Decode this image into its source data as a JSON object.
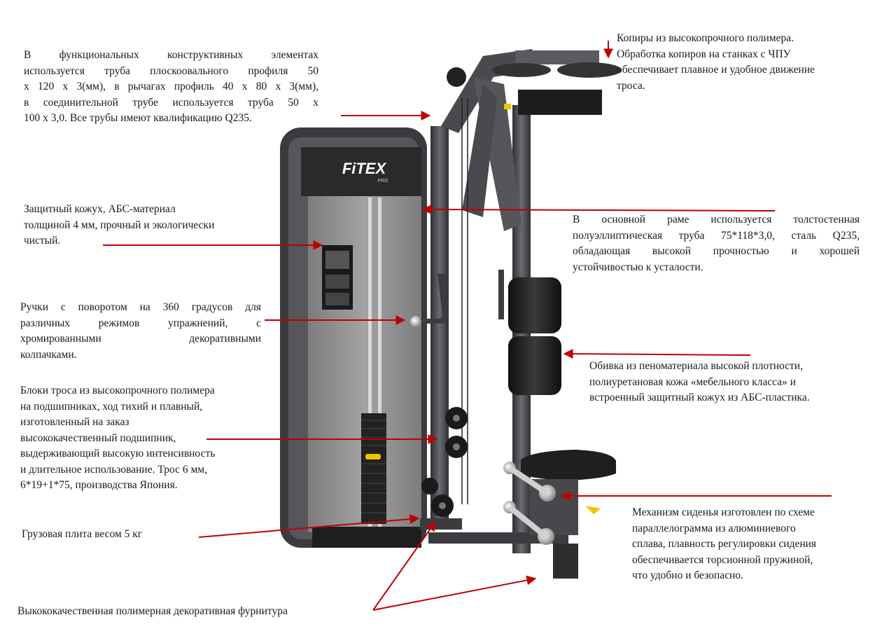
{
  "brand": {
    "logo_text": "FiTEX",
    "logo_sub": "PRO"
  },
  "colors": {
    "arrow": "#c00000",
    "frame": "#4a4a4e",
    "shroud_panel": "#8c8c8c",
    "pad": "#1c1c1c",
    "accent_yellow": "#f2c200"
  },
  "annotations": {
    "tubes": {
      "lines": [
        "В функциональных конструктивных элементах",
        "используется труба плоскоовального профиля 50",
        "х 120 х 3(мм), в рычагах профиль 40 х 80 х 3(мм),",
        "в соединительной трубе используется труба 50 х",
        "100 х 3,0. Все трубы имеют квалификацию Q235."
      ]
    },
    "copies": {
      "lines": [
        "Копиры из высокопрочного полимера.",
        "Обработка копиров на станках с ЧПУ",
        "обеспечивает плавное и удобное движение",
        "троса."
      ]
    },
    "shroud": {
      "lines": [
        "Защитный кожух, АБС-материал",
        "толщиной 4 мм, прочный и экологически",
        "чистый."
      ]
    },
    "main_frame": {
      "lines": [
        "В основной раме используется толстостенная",
        "полуэллиптическая труба 75*118*3,0, сталь Q235,",
        "обладающая высокой прочностью и хорошей",
        "устойчивостью к усталости."
      ]
    },
    "handles": {
      "lines": [
        "Ручки с поворотом на 360 градусов для",
        "различных режимов упражнений, с",
        "хромированными декоративными",
        "колпачками."
      ]
    },
    "upholstery": {
      "lines": [
        "Обивка из пеноматериала высокой плотности,",
        "полиуретановая кожа «мебельного класса» и",
        "встроенный защитный кожух из АБС-пластика."
      ]
    },
    "pulleys": {
      "lines": [
        "Блоки троса из высокопрочного полимера",
        "на подшипниках, ход тихий и плавный,",
        "изготовленный на заказ",
        "высококачественный подшипник,",
        "выдерживающий высокую интенсивность",
        "и длительное использование. Трос 6 мм,",
        "6*19+1*75, производства Япония."
      ]
    },
    "seat": {
      "lines": [
        "Механизм сиденья изготовлен по схеме",
        "параллелограмма из алюминиевого",
        "сплава, плавность регулировки сидения",
        "обеспечивается торсионной пружиной,",
        "что удобно и безопасно."
      ]
    },
    "weight": {
      "lines": [
        "Грузовая плита весом 5 кг"
      ]
    },
    "fittings": {
      "lines": [
        "Выкококачественная полимерная декоративная фурнитура"
      ]
    }
  }
}
